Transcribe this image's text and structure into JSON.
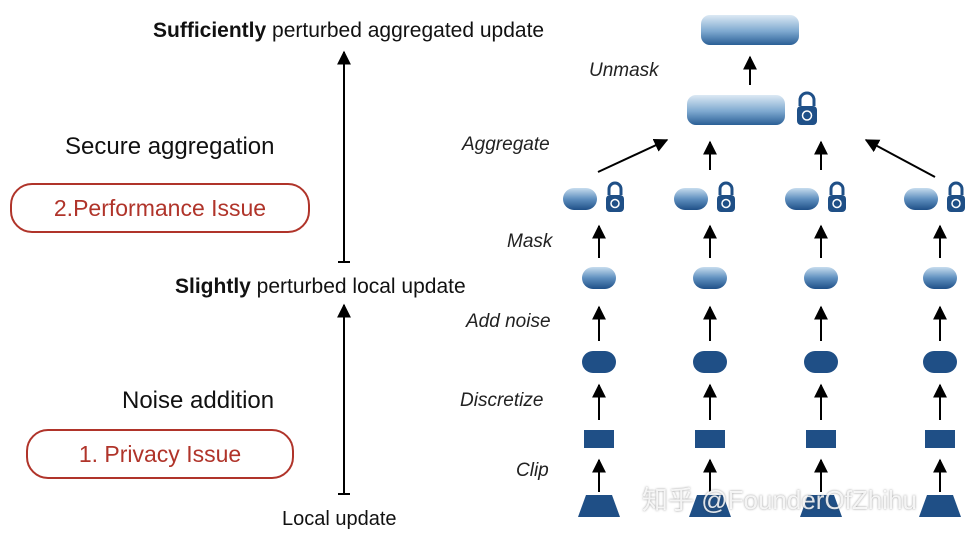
{
  "left": {
    "top_label": {
      "bold": "Sufficiently",
      "rest": " perturbed aggregated update"
    },
    "middle_label": {
      "bold": "Slightly",
      "rest": " perturbed local update"
    },
    "bottom_label": "Local update",
    "secure_aggregation": "Secure aggregation",
    "performance_issue": "2.Performance Issue",
    "noise_addition": "Noise addition",
    "privacy_issue": "1. Privacy Issue"
  },
  "steps": {
    "unmask": "Unmask",
    "aggregate": "Aggregate",
    "mask": "Mask",
    "add_noise": "Add noise",
    "discretize": "Discretize",
    "clip": "Clip"
  },
  "colors": {
    "issue": "#b0342a",
    "shape_dark": "#1f4f86",
    "shape_light": "#d6e6f2"
  },
  "clients": 4,
  "watermark": "知乎 @FounderOfZhihu"
}
